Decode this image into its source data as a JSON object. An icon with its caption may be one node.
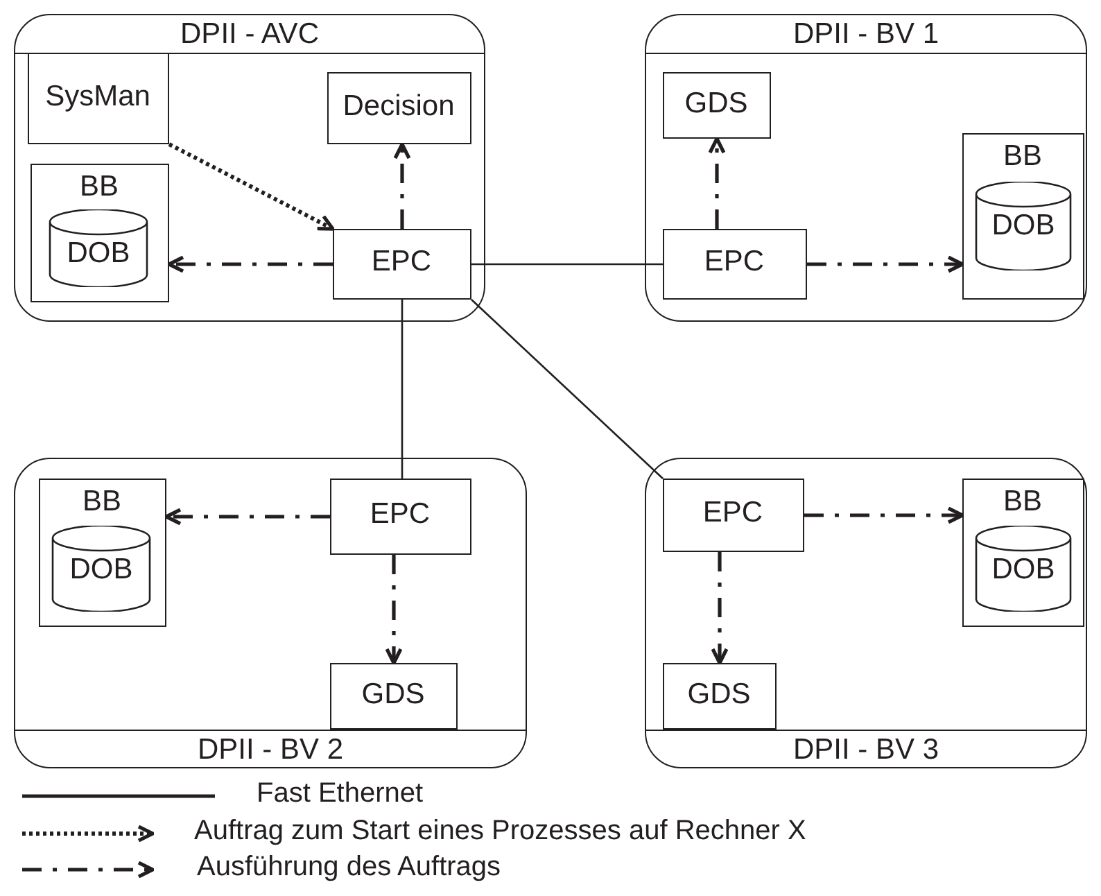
{
  "diagram": {
    "nodes": [
      {
        "text": [
          "DPII - AVC"
        ]
      },
      {
        "text": [
          "SysMan"
        ],
        "in": 0
      },
      {
        "text": [
          "Decision"
        ],
        "in": 0
      },
      {
        "text": [
          "BB"
        ],
        "in": 0
      },
      {
        "text": [
          "DOB"
        ],
        "in": 3
      },
      {
        "text": [
          "EPC"
        ],
        "in": 0
      },
      {
        "text": [
          "DPII - BV 1"
        ]
      },
      {
        "text": [
          "GDS"
        ],
        "in": 6
      },
      {
        "text": [
          "BB"
        ],
        "in": 6
      },
      {
        "text": [
          "DOB"
        ],
        "in": 8
      },
      {
        "text": [
          "EPC"
        ],
        "in": 6
      },
      {
        "text": [
          "DPII - BV 2"
        ]
      },
      {
        "text": [
          "BB"
        ],
        "in": 11
      },
      {
        "text": [
          "DOB"
        ],
        "in": 12
      },
      {
        "text": [
          "EPC"
        ],
        "in": 11
      },
      {
        "text": [
          "GDS"
        ],
        "in": 11
      },
      {
        "text": [
          "DPII - BV 3"
        ]
      },
      {
        "text": [
          "EPC"
        ],
        "in": 16
      },
      {
        "text": [
          "BB"
        ],
        "in": 16
      },
      {
        "text": [
          "DOB"
        ],
        "in": 18
      },
      {
        "text": [
          "GDS"
        ],
        "in": 16
      }
    ],
    "edges": [
      {
        "from": 5,
        "to": 10,
        "arrow": "none"
      },
      {
        "from": 5,
        "to": 14,
        "arrow": "none"
      },
      {
        "from": 5,
        "to": 17,
        "arrow": "none"
      },
      {
        "from": 1,
        "to": 5,
        "arrow": "to",
        "style": "dashed"
      },
      {
        "from": 5,
        "to": 2,
        "arrow": "to",
        "style": "dashed"
      },
      {
        "from": 5,
        "to": 3,
        "arrow": "to",
        "style": "dashed"
      },
      {
        "from": 10,
        "to": 7,
        "arrow": "to",
        "style": "dashed"
      },
      {
        "from": 10,
        "to": 8,
        "arrow": "to",
        "style": "dashed"
      },
      {
        "from": 14,
        "to": 12,
        "arrow": "to",
        "style": "dashed"
      },
      {
        "from": 14,
        "to": 15,
        "arrow": "to",
        "style": "dashed"
      },
      {
        "from": 17,
        "to": 18,
        "arrow": "to",
        "style": "dashed"
      },
      {
        "from": 17,
        "to": 20,
        "arrow": "to",
        "style": "dashed"
      }
    ],
    "legend": [
      {
        "text": "Fast Ethernet"
      },
      {
        "text": "Auftrag zum Start eines Prozesses auf Rechner X"
      },
      {
        "text": "Ausführung des Auftrags"
      }
    ]
  }
}
